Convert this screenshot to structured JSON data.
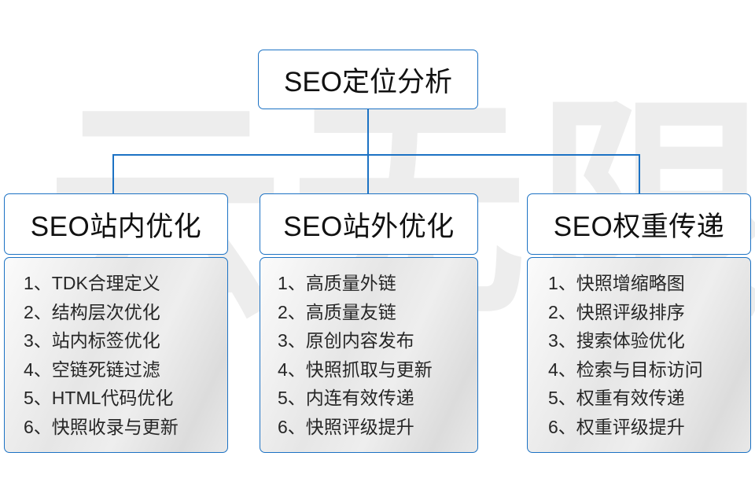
{
  "watermark": {
    "text": "云无限"
  },
  "root": {
    "label": "SEO定位分析"
  },
  "columns": [
    {
      "header": "SEO站内优化",
      "items": [
        "1、TDK合理定义",
        "2、结构层次优化",
        "3、站内标签优化",
        "4、空链死链过滤",
        "5、HTML代码优化",
        "6、快照收录与更新"
      ]
    },
    {
      "header": "SEO站外优化",
      "items": [
        "1、高质量外链",
        "2、高质量友链",
        "3、原创内容发布",
        "4、快照抓取与更新",
        "5、内连有效传递",
        "6、快照评级提升"
      ]
    },
    {
      "header": "SEO权重传递",
      "items": [
        "1、快照增缩略图",
        "2、快照评级排序",
        "3、搜索体验优化",
        "4、检索与目标访问",
        "5、权重有效传递",
        "6、权重评级提升"
      ]
    }
  ],
  "colors": {
    "border_blue": "#1c72c4",
    "text_dark": "#111111",
    "body_gray": "#e6e6e6",
    "watermark_gray": "#ededed"
  }
}
